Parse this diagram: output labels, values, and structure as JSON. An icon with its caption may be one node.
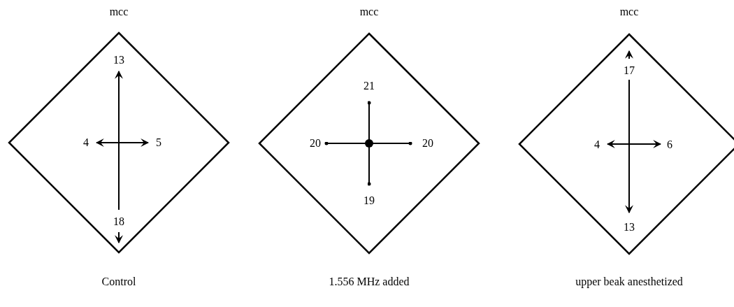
{
  "diagram": {
    "nodes": [
      {
        "text": [
          "mcc",
          "13",
          "4",
          "5",
          "18"
        ],
        "beside": [
          "Control"
        ]
      },
      {
        "text": [
          "mcc",
          "21",
          "20",
          "20",
          "19"
        ],
        "beside": [
          "1.556 MHz added"
        ]
      },
      {
        "text": [
          "mcc",
          "17",
          "4",
          "6",
          "13"
        ],
        "beside": [
          "upper beak anesthetized"
        ]
      }
    ],
    "edges": []
  }
}
